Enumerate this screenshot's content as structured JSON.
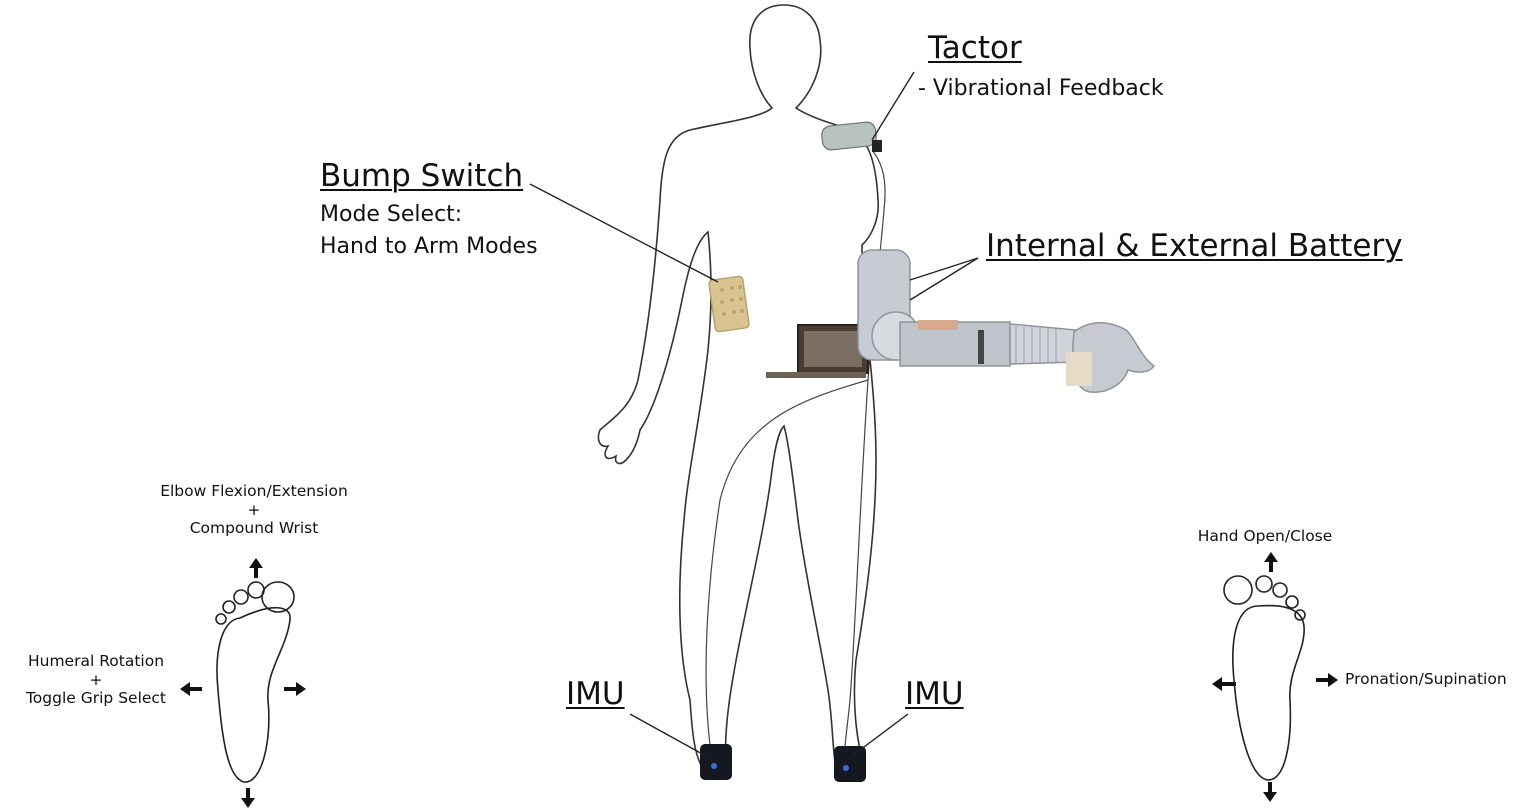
{
  "labels": {
    "tactor": {
      "title": "Tactor",
      "subtitle": "- Vibrational Feedback"
    },
    "bump_switch": {
      "title": "Bump Switch",
      "line1": "Mode Select:",
      "line2": "Hand to Arm Modes"
    },
    "battery": {
      "title": "Internal & External Battery"
    },
    "imu_left": {
      "title": "IMU"
    },
    "imu_right": {
      "title": "IMU"
    }
  },
  "left_foot": {
    "up": {
      "line1": "Elbow Flexion/Extension",
      "plus": "+",
      "line2": "Compound Wrist"
    },
    "side": {
      "line1": "Humeral Rotation",
      "plus": "+",
      "line2": "Toggle Grip Select"
    }
  },
  "right_foot": {
    "up": {
      "label": "Hand Open/Close"
    },
    "side": {
      "label": "Pronation/Supination"
    }
  },
  "colors": {
    "line": "#222222",
    "switch": "#d9c48f",
    "arm": "#c8ccd2",
    "tactor": "#b9c3bd",
    "imu": "#151820"
  }
}
